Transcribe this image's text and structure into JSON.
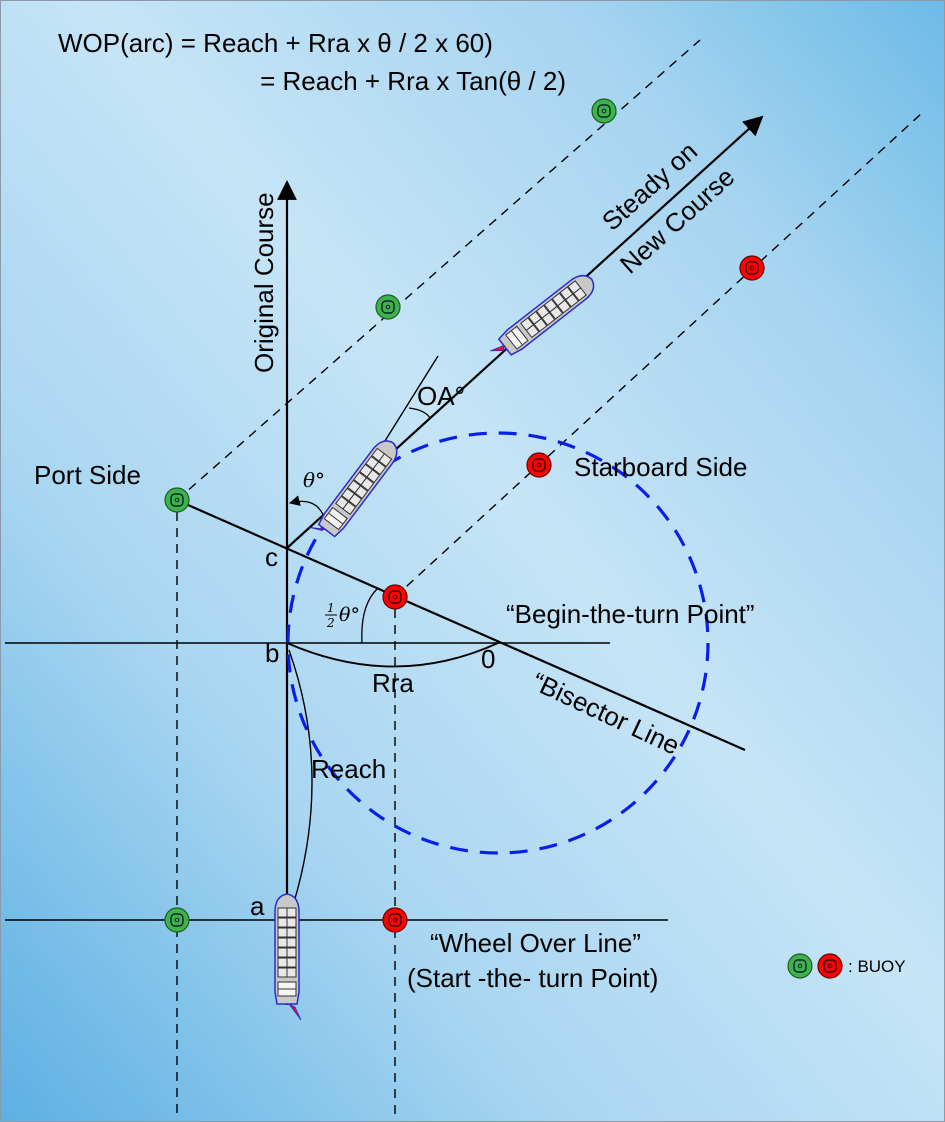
{
  "formula": {
    "line1": "WOP(arc) = Reach + Rra x θ / 2 x 60)",
    "line2": "= Reach + Rra x Tan(θ / 2)"
  },
  "labels": {
    "original_course": "Original Course",
    "steady_line1": "Steady on",
    "steady_line2": "New Course",
    "oa": "OA°",
    "theta": "θ°",
    "half_theta_num": "1",
    "half_theta_den": "2",
    "half_theta_sym": "θ°",
    "port_side": "Port Side",
    "starboard_side": "Starboard Side",
    "point_c": "c",
    "point_b": "b",
    "point_a": "a",
    "point_o": "0",
    "rra": "Rra",
    "reach": "Reach",
    "begin_turn": "“Begin-the-turn Point”",
    "bisector": "“Bisector Line",
    "wheel_over_line1": "“Wheel Over Line”",
    "wheel_over_line2": "(Start -the- turn Point)"
  },
  "legend": {
    "buoy_label": ": BUOY"
  },
  "colors": {
    "buoy_green": "#3cb44a",
    "buoy_red": "#ff0000",
    "turning_circle": "#0a1eea",
    "ship_hull": "#c8c8c8",
    "ship_outline": "#2222cc",
    "bg_light": "#c4e2f5",
    "bg_dark": "#5fb2e4"
  }
}
